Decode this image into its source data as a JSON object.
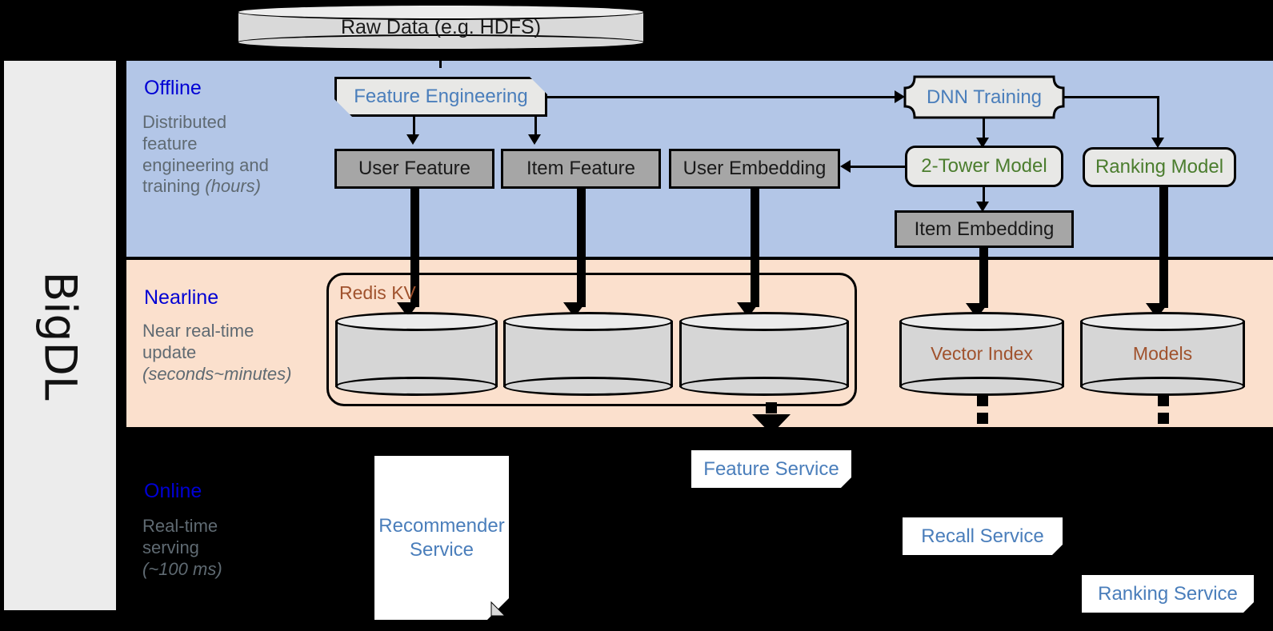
{
  "diagram": {
    "framework_label": "BigDL",
    "bands": [
      {
        "id": "offline",
        "title": "Offline",
        "subtitle_line1": "Distributed",
        "subtitle_line2": "feature",
        "subtitle_line3": "engineering and",
        "subtitle_line4_plain": "training ",
        "subtitle_line4_italic": "(hours)",
        "bg_color": "#b3c6e7"
      },
      {
        "id": "nearline",
        "title": "Nearline",
        "subtitle_line1": "Near real-time",
        "subtitle_line2": "update",
        "subtitle_line3_italic": "(seconds~minutes)",
        "bg_color": "#fbe0cd"
      },
      {
        "id": "online",
        "title": "Online",
        "subtitle_line1": "Real-time",
        "subtitle_line2": "serving",
        "subtitle_line3_italic": "(~100 ms)",
        "bg_color": "#000000"
      }
    ],
    "source": {
      "label": "Raw Data (e.g. HDFS)"
    },
    "offline_nodes": {
      "feature_engineering": "Feature Engineering",
      "dnn_training": "DNN Training",
      "user_feature": "User Feature",
      "item_feature": "Item Feature",
      "user_embedding": "User Embedding",
      "two_tower_model": "2-Tower Model",
      "ranking_model": "Ranking Model",
      "item_embedding": "Item Embedding"
    },
    "nearline_nodes": {
      "redis_group": "Redis KV",
      "store_user_feature": "",
      "store_item_feature": "",
      "store_user_embedding": "",
      "vector_index": "Vector Index",
      "models": "Models"
    },
    "online_nodes": {
      "recommender_service_line1": "Recommender",
      "recommender_service_line2": "Service",
      "feature_service": "Feature Service",
      "recall_service": "Recall Service",
      "ranking_service": "Ranking Service"
    },
    "colors": {
      "title_blue": "#0000d4",
      "node_text_blue": "#4a7ebb",
      "node_text_green": "#4b7d2e",
      "node_text_brown": "#a0522d",
      "subtitle_grey": "#5f6a72",
      "grey_box": "#a6a6a6",
      "light_box": "#e8e8e6",
      "offline_bg": "#b3c6e7",
      "nearline_bg": "#fbe0cd",
      "online_bg": "#000000",
      "rail_bg": "#ececec"
    }
  }
}
